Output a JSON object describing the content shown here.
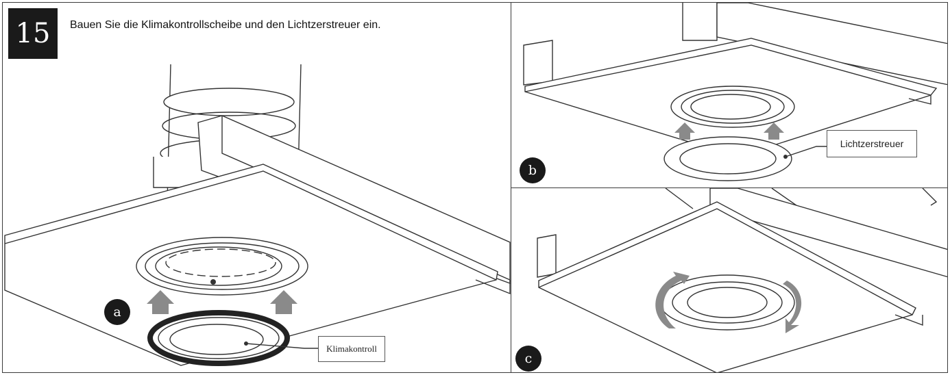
{
  "step": {
    "number": "15",
    "instruction": "Bauen Sie die Klimakontrollscheibe und den Lichtzerstreuer ein."
  },
  "panels": [
    {
      "badge": "a",
      "callout": "Klimakontroll"
    },
    {
      "badge": "b",
      "callout": "Lichtzerstreuer"
    },
    {
      "badge": "c"
    }
  ],
  "colors": {
    "arrow": "#8a8a8a",
    "badge": "#1a1a1a",
    "line": "#333333"
  }
}
